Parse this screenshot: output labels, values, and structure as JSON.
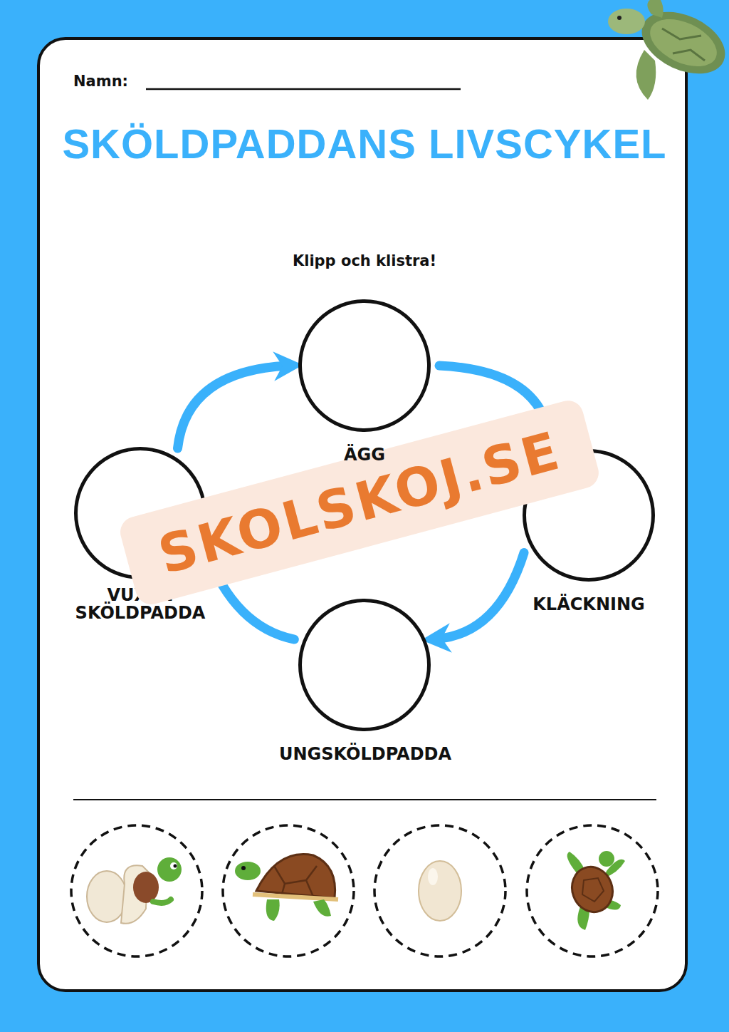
{
  "diagram": {
    "title": "SKÖLDPADDANS LIVSCYKEL",
    "nodes": [
      {
        "text": [
          "ÄGG"
        ]
      },
      {
        "text": [
          "KLÄCKNING"
        ]
      },
      {
        "text": [
          "UNGSKÖLDPADDA"
        ]
      },
      {
        "text": [
          "VUXEN SKÖLDPADDA"
        ]
      }
    ],
    "edges": [
      {
        "from": 3,
        "to": 0,
        "arrow": "to"
      },
      {
        "from": 0,
        "to": 1,
        "arrow": "to"
      },
      {
        "from": 1,
        "to": 2,
        "arrow": "to"
      },
      {
        "from": 2,
        "to": 3,
        "arrow": "to"
      }
    ],
    "labels": [
      "Namn:",
      "Klipp och klistra!",
      "SKOLSKOJ.SE"
    ]
  }
}
